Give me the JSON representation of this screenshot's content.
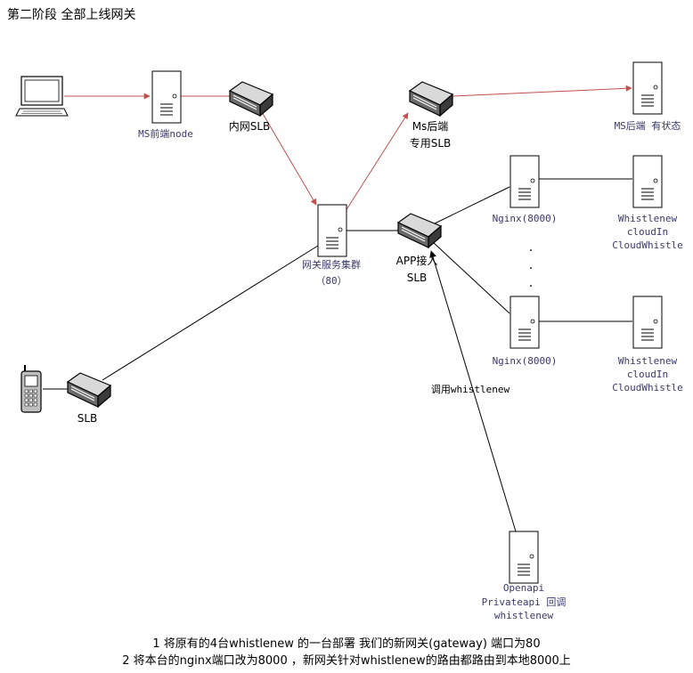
{
  "title": "第二阶段 全部上线网关",
  "labels": {
    "ms_front": "MS前端node",
    "inner_slb": "内网SLB",
    "ms_backend_slb_1": "Ms后端",
    "ms_backend_slb_2": "专用SLB",
    "ms_backend": "MS后端 有状态",
    "gateway_1": "网关服务集群",
    "gateway_2": "（80）",
    "app_slb_1": "APP接入",
    "app_slb_2": "SLB",
    "nginx_top": "Nginx(8000)",
    "nginx_bottom": "Nginx(8000)",
    "whistle_top_1": "Whistlenew",
    "whistle_top_2": "cloudIn",
    "whistle_top_3": "CloudWhistle",
    "whistle_bottom_1": "Whistlenew",
    "whistle_bottom_2": "cloudIn",
    "whistle_bottom_3": "CloudWhistle",
    "mobile_slb": "SLB",
    "call_label": "调用whistlenew",
    "openapi_1": "Openapi",
    "openapi_2": "Privateapi 回调",
    "openapi_3": "whistlenew",
    "ellipsis": "."
  },
  "notes": {
    "line1": "1  将原有的4台whistlenew 的一台部署 我们的新网关(gateway) 端口为80",
    "line2": "2 将本台的nginx端口改为8000 ，新网关针对whistlenew的路由都路由到本地8000上"
  },
  "colors": {
    "red_line": "#c0504d",
    "black_line": "#000000",
    "label_text": "#3a3a6a"
  }
}
